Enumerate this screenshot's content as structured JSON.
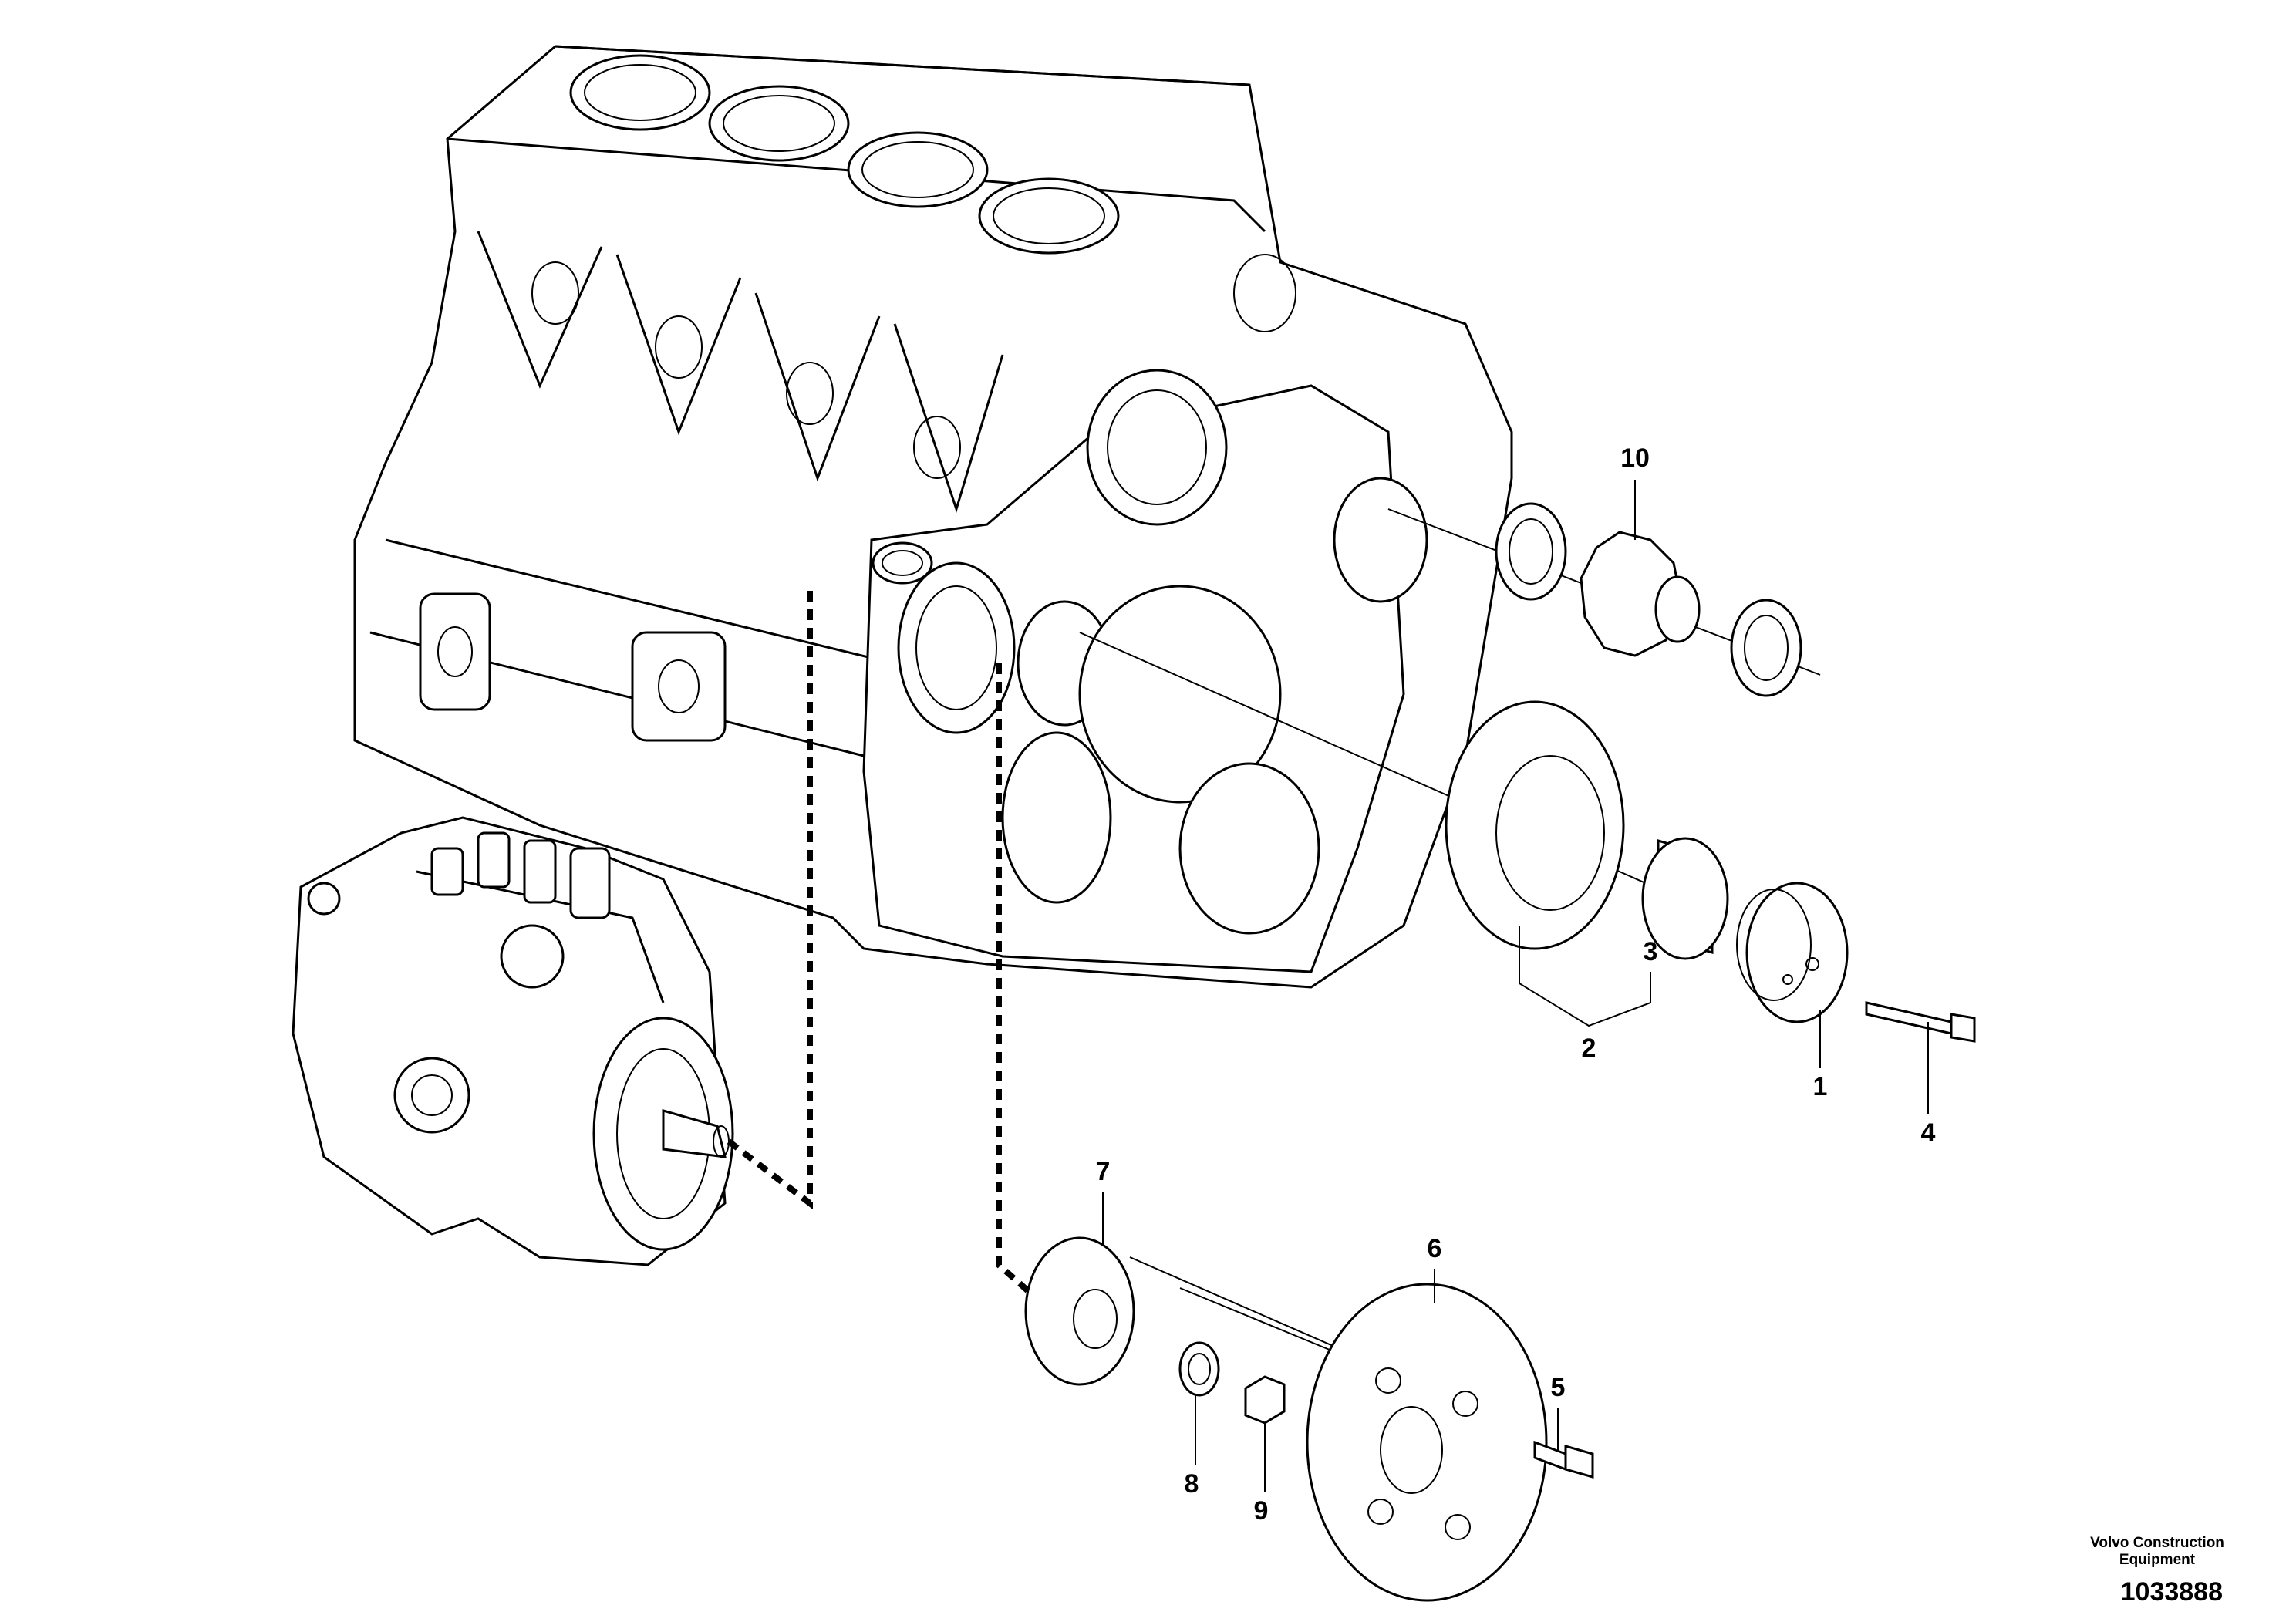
{
  "callouts": {
    "c1": "1",
    "c2": "2",
    "c3": "3",
    "c4": "4",
    "c5": "5",
    "c6": "6",
    "c7": "7",
    "c8": "8",
    "c9": "9",
    "c10": "10"
  },
  "footer": {
    "credit_line1": "Volvo Construction",
    "credit_line2": "Equipment",
    "document_number": "1033888"
  }
}
